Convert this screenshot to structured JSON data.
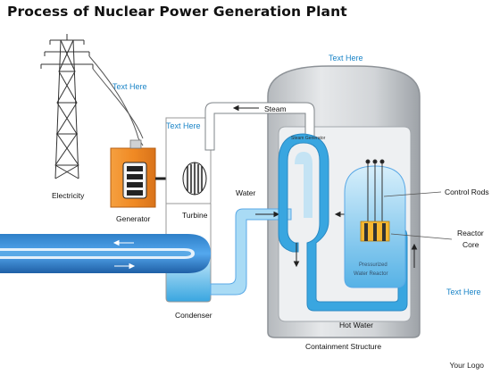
{
  "title": "Process of Nuclear Power Generation Plant",
  "labels": {
    "electricity": "Electricity",
    "generator": "Generator",
    "turbine": "Turbine",
    "water": "Water",
    "steam": "Steam",
    "steam_generator": "Steam Generator",
    "control_rods": "Control Rods",
    "reactor_line1": "Reactor",
    "reactor_line2": "Core",
    "pwr_line1": "Pressurized",
    "pwr_line2": "Water Reactor",
    "condenser": "Condenser",
    "hot_water": "Hot Water",
    "containment": "Containment Structure"
  },
  "text_here": {
    "top_right": "Text Here",
    "tower": "Text Here",
    "turbine": "Text Here",
    "right": "Text Here"
  },
  "logo": "Your Logo",
  "colors": {
    "water_blue": "#39a6e0",
    "light_blue": "#a9dbf5",
    "steam_outline": "#8a8f94",
    "containment_gray": "#c9ccd0",
    "generator_orange": "#f08a24",
    "text_accent": "#1a84c7"
  }
}
